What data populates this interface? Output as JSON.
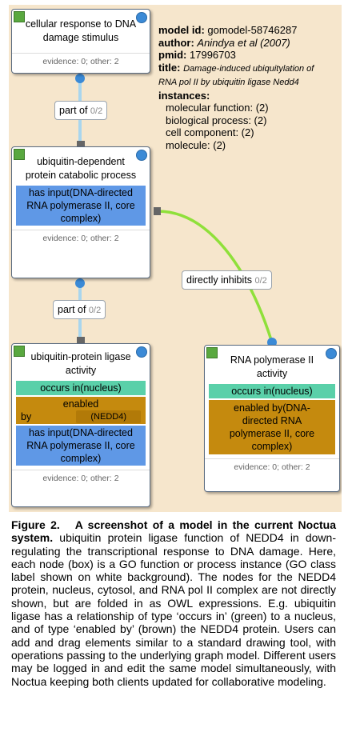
{
  "info": {
    "model_id_label": "model id:",
    "model_id": "gomodel-58746287",
    "author_label": "author:",
    "author": "Anindya et al (2007)",
    "pmid_label": "pmid:",
    "pmid": "17996703",
    "title_label": "title:",
    "title": "Damage-induced ubiquitylation of RNA pol II by ubiquitin ligase Nedd4",
    "instances_label": "instances:",
    "instances": [
      "molecular function: (2)",
      "biological process: (2)",
      "cell component: (2)",
      "molecule: (2)"
    ]
  },
  "nodes": {
    "dna_damage": {
      "title": "cellular response to DNA damage stimulus",
      "evidence": "evidence: 0; other: 2"
    },
    "catabolic": {
      "title": "ubiquitin-dependent protein catabolic process",
      "has_input": "has input(DNA-directed RNA polymerase II, core complex)",
      "evidence": "evidence: 0; other: 2"
    },
    "ligase": {
      "title": "ubiquitin-protein ligase activity",
      "occurs_in": "occurs in(nucleus)",
      "enabled": "enabled",
      "by": "by",
      "nedd4": "(NEDD4)",
      "has_input": "has input(DNA-directed RNA polymerase II, core complex)",
      "evidence": "evidence: 0; other: 2"
    },
    "polymerase": {
      "title": "RNA polymerase II activity",
      "occurs_in": "occurs in(nucleus)",
      "enabled_by": "enabled by(DNA-directed RNA polymerase II, core complex)",
      "evidence": "evidence: 0; other: 2"
    }
  },
  "edges": {
    "part_of_1": {
      "label": "part of",
      "count": "0/2"
    },
    "part_of_2": {
      "label": "part of",
      "count": "0/2"
    },
    "inhibits": {
      "label": "directly inhibits",
      "count": "0/2"
    }
  },
  "colors": {
    "canvas": "#f6e6cc",
    "part_of_edge": "#a9d6ee",
    "inhibits_edge": "#8fe03a",
    "has_input": "#5f98e6",
    "occurs_in": "#5ad0a9",
    "enabled_by": "#c58a0e"
  },
  "caption": {
    "figure": "Figure 2.",
    "heading": "A screenshot of a model in the current Noctua system.",
    "body": "ubiquitin protein ligase function of NEDD4 in down-regulating the transcriptional response to DNA damage. Here, each node (box) is a GO function or process instance (GO class label shown on white background). The nodes for the NEDD4 protein, nucleus, cytosol, and RNA pol II complex are not directly shown, but are folded in as OWL expressions. E.g. ubiquitin ligase has a relationship of type ‘occurs in’ (green) to a nucleus, and of type ‘enabled by’ (brown) the NEDD4 protein. Users can add and drag elements similar to a standard drawing tool, with operations passing to the underlying graph model. Different users may be logged in and edit the same model simultaneously, with Noctua keeping both clients updated for collaborative modeling."
  }
}
